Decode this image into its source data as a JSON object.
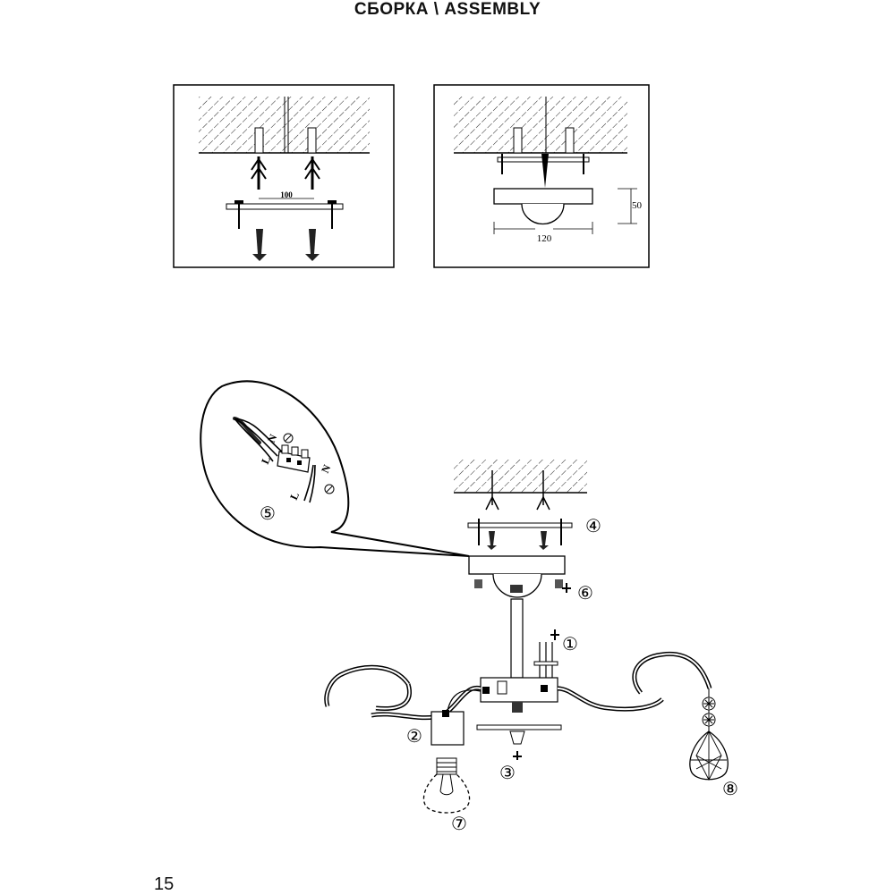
{
  "header": {
    "title": "СБОРКА \\ ASSEMBLY"
  },
  "footer": {
    "page_number": "15"
  },
  "panels": {
    "left": {
      "dimension_label": "100"
    },
    "right": {
      "width_label": "120",
      "height_label": "50"
    }
  },
  "detail": {
    "label_n1": "N",
    "label_l1": "L",
    "label_l2": "L",
    "label_n2": "N"
  },
  "callouts": [
    "①",
    "②",
    "③",
    "④",
    "⑤",
    "⑥",
    "⑦",
    "⑧"
  ]
}
